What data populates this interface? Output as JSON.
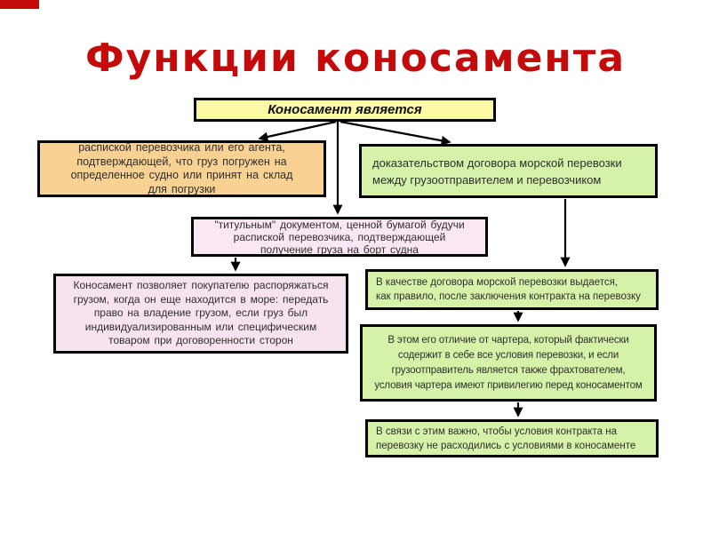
{
  "slide": {
    "title": "Функции коносамента"
  },
  "colors": {
    "title_red": "#c40a0a",
    "corner_accent": "#c40a0a",
    "box_yellow": "#fbf8a6",
    "box_orange": "#f8d193",
    "box_green": "#d6f2a8",
    "box_pink": "#f7e3f0",
    "border": "#000000",
    "text": "#2e2e2e"
  },
  "diagram": {
    "root_box": {
      "text": "Коносамент является"
    },
    "receipt_box": {
      "text": "распиской перевозчика или его агента,\nподтверждающей, что груз погружен на\nопределенное судно или принят на склад\nдля погрузки"
    },
    "evidence_box": {
      "text": "доказательством договора морской перевозки\nмежду грузоотправителем и перевозчиком"
    },
    "title_document_box": {
      "text": "\"титульным\" документом, ценной бумагой будучи\nраспиской перевозчика, подтверждающей\nполучение груза на борт судна"
    },
    "buyer_rights_box": {
      "text": "Коносамент позволяет покупателю распоряжаться\nгрузом, когда он еще находится в море: передать\nправо на владение грузом, если груз был\nиндивидуализированным или специфическим\nтоваром при договоренности сторон"
    },
    "issued_after_contract_box": {
      "text": "В качестве договора морской перевозки выдается,\nкак правило, после заключения контракта на перевозку"
    },
    "charter_difference_box": {
      "text": "В этом его отличие от чартера, который фактически\nсодержит в себе все условия перевозки, и если\nгрузоотправитель является также фрахтователем,\nусловия чартера имеют привилегию перед коносаментом"
    },
    "conditions_match_box": {
      "text": "В связи с этим важно, чтобы условия контракта на\nперевозку не расходились с условиями в коносаменте"
    }
  }
}
